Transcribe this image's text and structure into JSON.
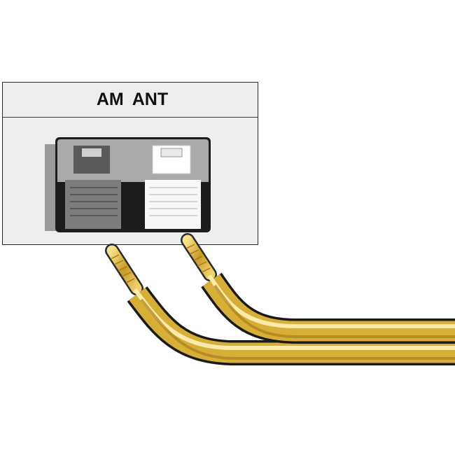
{
  "panel": {
    "label": "AM  ANT"
  },
  "colors": {
    "panel_bg": "#eeeeee",
    "terminal_black_clip": "#8a8a8a",
    "terminal_white_clip": "#ffffff",
    "wire_gold": "#e2c45a"
  },
  "terminals": [
    {
      "name": "ground-terminal",
      "color": "gray"
    },
    {
      "name": "antenna-terminal",
      "color": "white"
    }
  ],
  "wires": [
    {
      "name": "left-wire"
    },
    {
      "name": "right-wire"
    }
  ]
}
